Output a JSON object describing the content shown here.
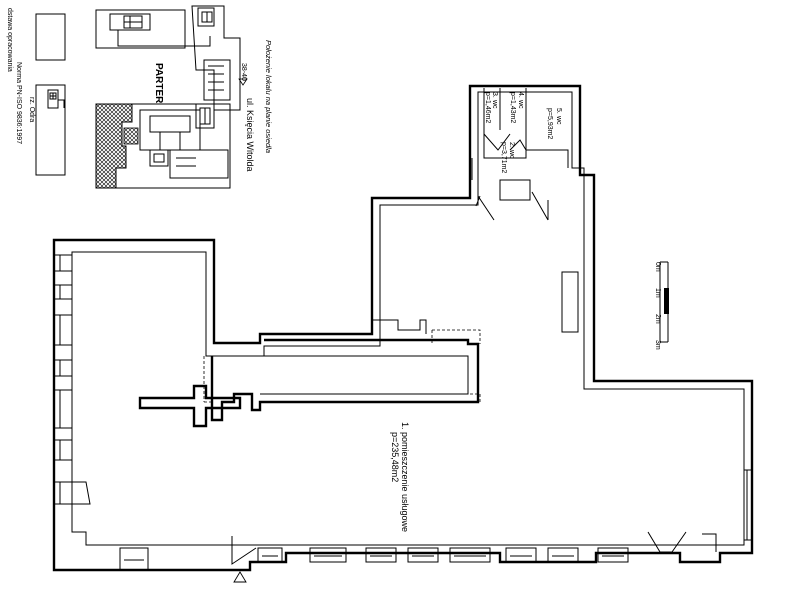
{
  "notes": {
    "line1": "dstawa opracowania",
    "line2": "Norma PN-ISO 9836:1997",
    "floor": "rz. Odra"
  },
  "key_plan": {
    "floor_label": "PARTER",
    "street": "ul. Księcia Witolda",
    "house_no": "38-40",
    "caption": "Położenie lokalu na planie osiedla"
  },
  "rooms": [
    {
      "no": "1.",
      "name": "pomieszczenie usługowe",
      "area": "p=235,48m2"
    },
    {
      "no": "2.",
      "name": "wc",
      "area": "p=3,71m2"
    },
    {
      "no": "3.",
      "name": "wc",
      "area": "p=1,46m2"
    },
    {
      "no": "4.",
      "name": "wc",
      "area": "p=1,43m2"
    },
    {
      "no": "5.",
      "name": "wc",
      "area": "p=5,93m2"
    }
  ],
  "scale_bar": {
    "ticks": [
      "0m",
      "1m",
      "2m",
      "3m"
    ]
  },
  "colors": {
    "ink": "#000000",
    "paper": "#ffffff"
  },
  "icons": {
    "entrance": "entrance-triangle-icon",
    "key_plan_marker": "location-triangle-icon"
  }
}
